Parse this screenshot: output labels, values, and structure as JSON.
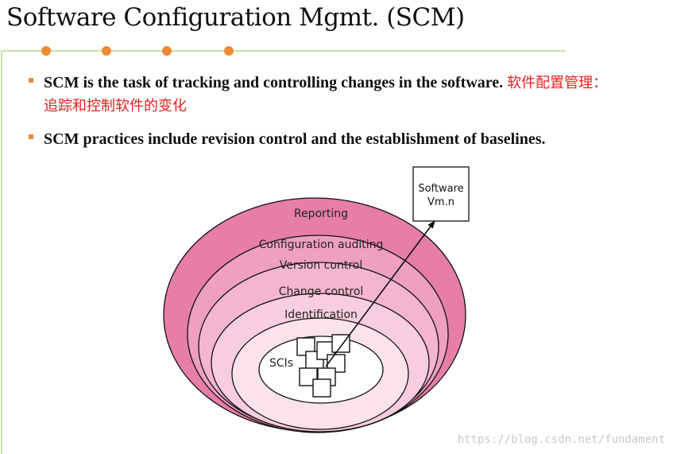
{
  "title": "Software Configuration Mgmt. (SCM)",
  "bullets": [
    {
      "text": "SCM is the task of tracking and controlling changes in the software.",
      "note_cn": "软件配置管理：追踪和控制软件的变化"
    },
    {
      "text": "SCM practices include revision control and the establishment of baselines.",
      "note_cn": ""
    }
  ],
  "diagram": {
    "layers": [
      "Reporting",
      "Configuration auditing",
      "Version control",
      "Change control",
      "Identification",
      "SCIs"
    ],
    "output_box": {
      "line1": "Software",
      "line2": "Vm.n"
    }
  },
  "colors": {
    "accent": "#ee8a33",
    "rule": "#a3d36b",
    "note": "#e62020"
  },
  "watermark": "https://blog.csdn.net/fundament"
}
